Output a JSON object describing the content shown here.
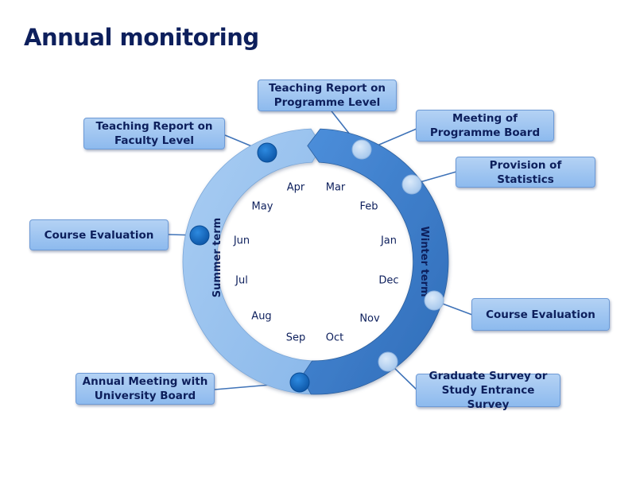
{
  "title": "Annual monitoring",
  "terms": {
    "winter": "Winter term",
    "summer": "Summer term"
  },
  "months": [
    "Mar",
    "Feb",
    "Jan",
    "Dec",
    "Nov",
    "Oct",
    "Sep",
    "Aug",
    "Jul",
    "Jun",
    "May",
    "Apr"
  ],
  "boxes": {
    "teaching_report_programme": {
      "line1": "Teaching Report on",
      "line2": "Programme Level"
    },
    "meeting_programme_board": {
      "line1": "Meeting of",
      "line2": "Programme Board"
    },
    "provision_statistics": {
      "line1": "Provision of Statistics"
    },
    "course_evaluation_winter": {
      "line1": "Course Evaluation"
    },
    "graduate_survey": {
      "line1": "Graduate Survey or",
      "line2": "Study Entrance Survey"
    },
    "annual_meeting": {
      "line1": "Annual Meeting with",
      "line2": "University Board"
    },
    "course_evaluation_summer": {
      "line1": "Course Evaluation"
    },
    "teaching_report_faculty": {
      "line1": "Teaching Report on",
      "line2": "Faculty Level"
    }
  },
  "colors": {
    "title": "#0d1f5c",
    "winter_arc": "#3a7cc9",
    "summer_arc": "#9cc4ef",
    "dot_dark": "#1268c0",
    "dot_light": "#bcd6f2",
    "connector": "#3f73b8"
  }
}
